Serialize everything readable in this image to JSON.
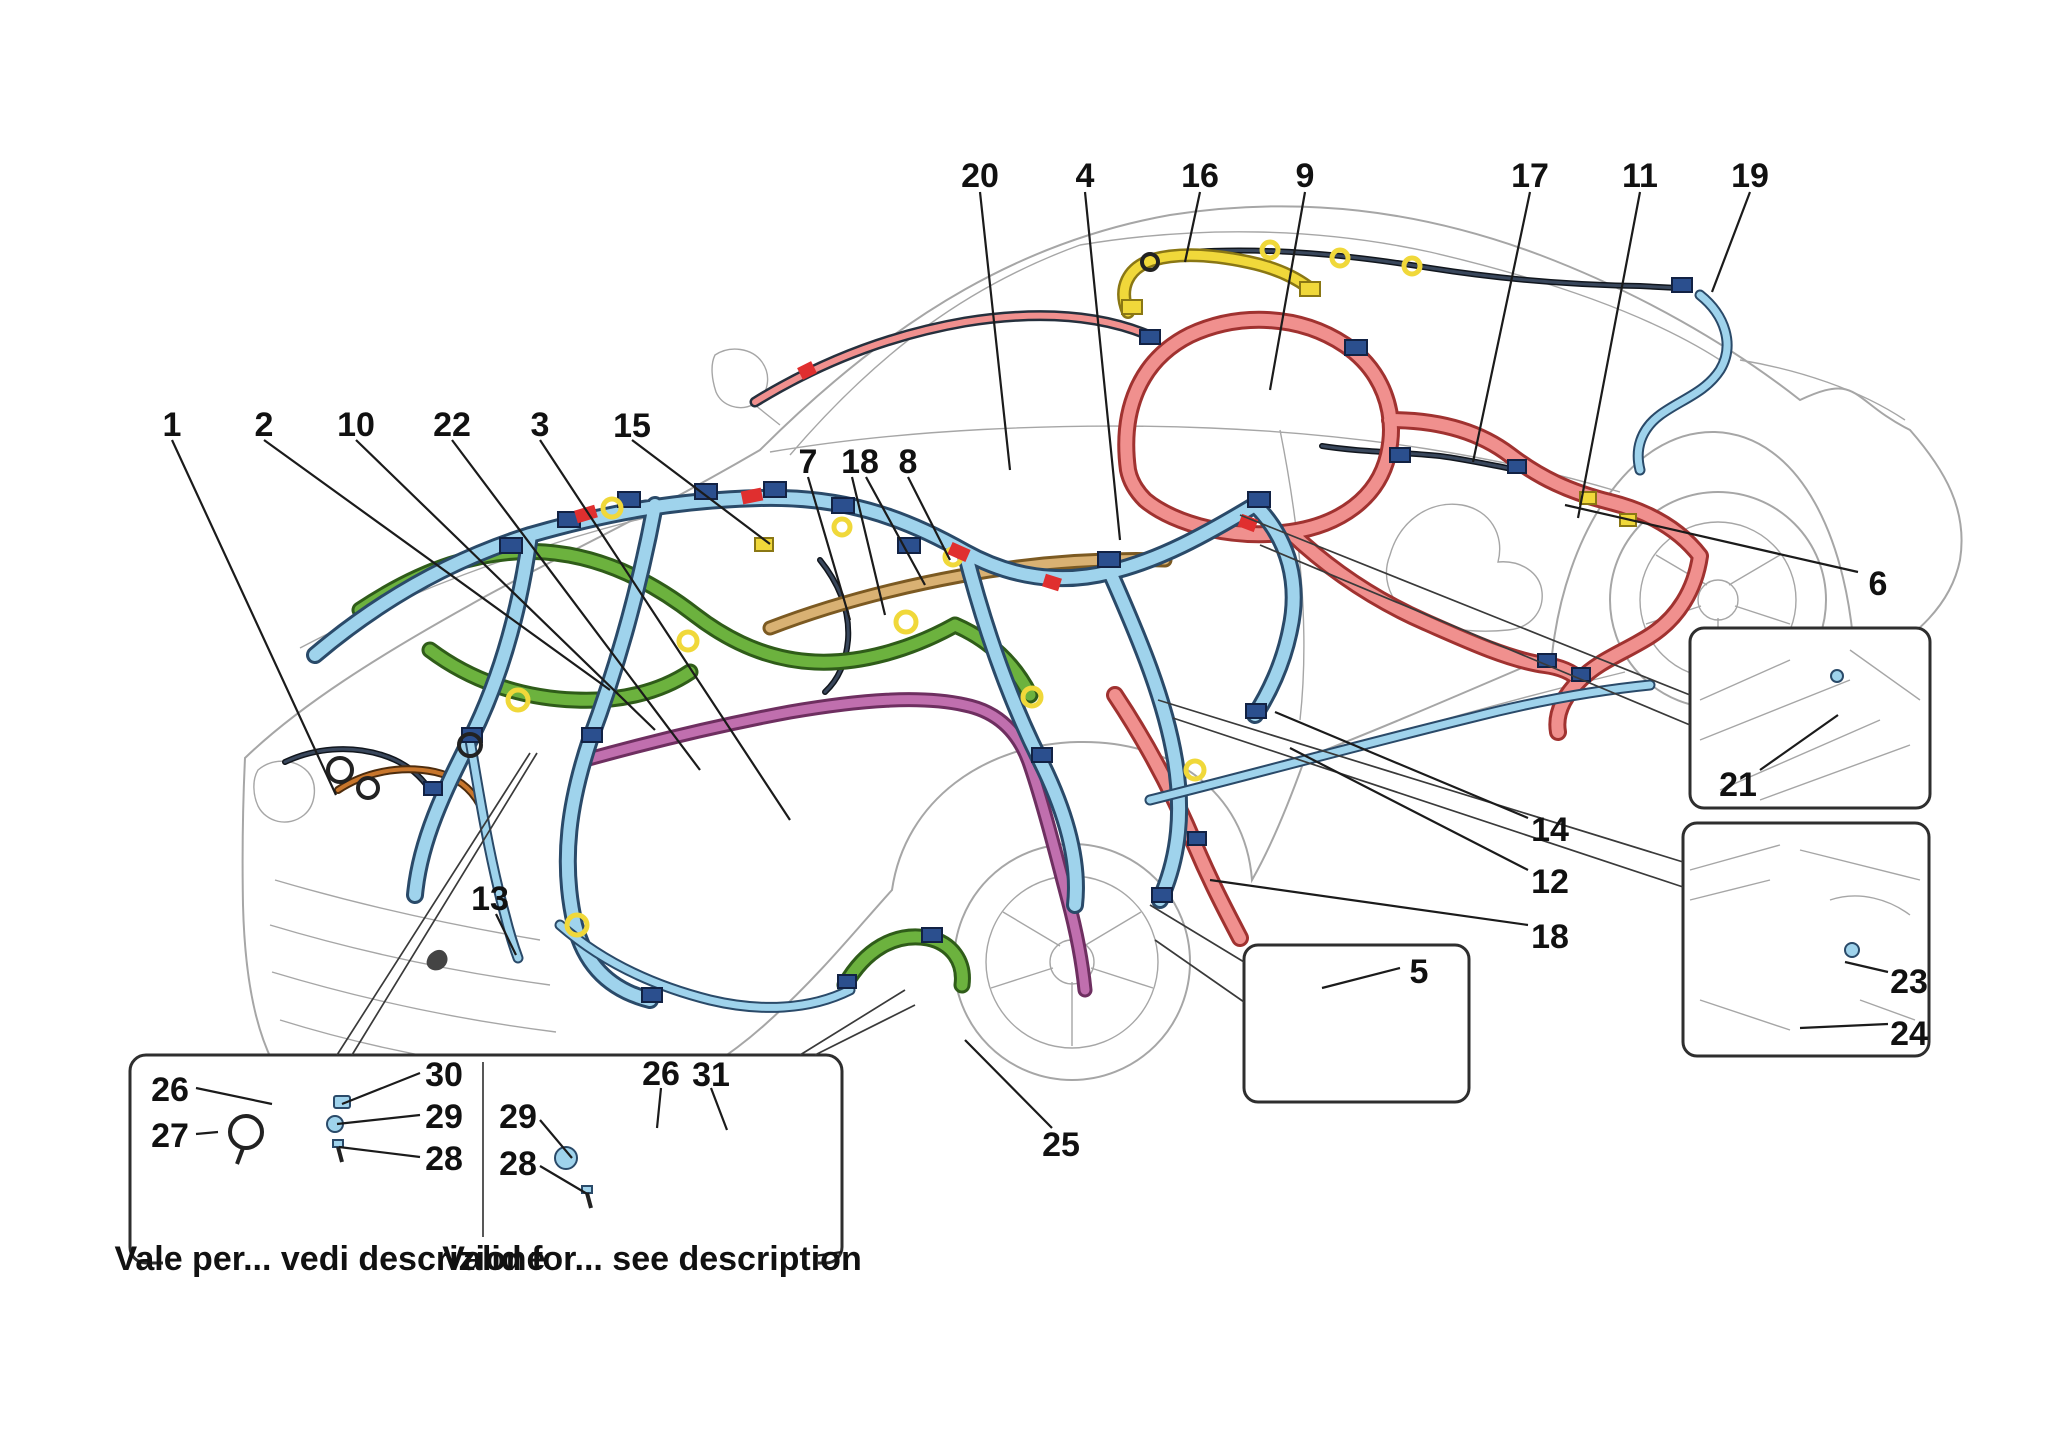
{
  "diagram": {
    "type": "vehicle-wiring-harness-parts-diagram",
    "captions": {
      "italian": "Vale per... vedi descrizione",
      "english": "Valid for... see description"
    },
    "callouts": [
      {
        "id": "1",
        "label": "1"
      },
      {
        "id": "2",
        "label": "2"
      },
      {
        "id": "10",
        "label": "10"
      },
      {
        "id": "22",
        "label": "22"
      },
      {
        "id": "3",
        "label": "3"
      },
      {
        "id": "15",
        "label": "15"
      },
      {
        "id": "7",
        "label": "7"
      },
      {
        "id": "18-top",
        "label": "18"
      },
      {
        "id": "8",
        "label": "8"
      },
      {
        "id": "20",
        "label": "20"
      },
      {
        "id": "4",
        "label": "4"
      },
      {
        "id": "16",
        "label": "16"
      },
      {
        "id": "9",
        "label": "9"
      },
      {
        "id": "17",
        "label": "17"
      },
      {
        "id": "11",
        "label": "11"
      },
      {
        "id": "19",
        "label": "19"
      },
      {
        "id": "6",
        "label": "6"
      },
      {
        "id": "14",
        "label": "14"
      },
      {
        "id": "12",
        "label": "12"
      },
      {
        "id": "18-right",
        "label": "18"
      },
      {
        "id": "13",
        "label": "13"
      },
      {
        "id": "25",
        "label": "25"
      },
      {
        "id": "5",
        "label": "5"
      },
      {
        "id": "21",
        "label": "21"
      },
      {
        "id": "23",
        "label": "23"
      },
      {
        "id": "24",
        "label": "24"
      },
      {
        "id": "26-left",
        "label": "26"
      },
      {
        "id": "27",
        "label": "27"
      },
      {
        "id": "30",
        "label": "30"
      },
      {
        "id": "29-left",
        "label": "29"
      },
      {
        "id": "28-left",
        "label": "28"
      },
      {
        "id": "26-right",
        "label": "26"
      },
      {
        "id": "31",
        "label": "31"
      },
      {
        "id": "29-right",
        "label": "29"
      },
      {
        "id": "28-right",
        "label": "28"
      }
    ],
    "colors": {
      "cyan": "#9fd3ec",
      "cyan_dark": "#2a4a69",
      "green": "#6cb23e",
      "green_dark": "#2f5c19",
      "red": "#f0908e",
      "red_dark": "#a03230",
      "red_band": "#e02f2f",
      "yellow": "#f0d83a",
      "yellow_dark": "#8a7714",
      "magenta": "#c06fae",
      "magenta_dark": "#6e2f60",
      "tan": "#d9b173",
      "tan_dark": "#7c5a22",
      "navy": "#2b4f8e",
      "navy_dark": "#122244",
      "wire_outline": "#26303d",
      "orange": "#c8762c",
      "car_line": "#a6a6a6",
      "box_border": "#2e2e2e",
      "text": "#111111"
    }
  }
}
